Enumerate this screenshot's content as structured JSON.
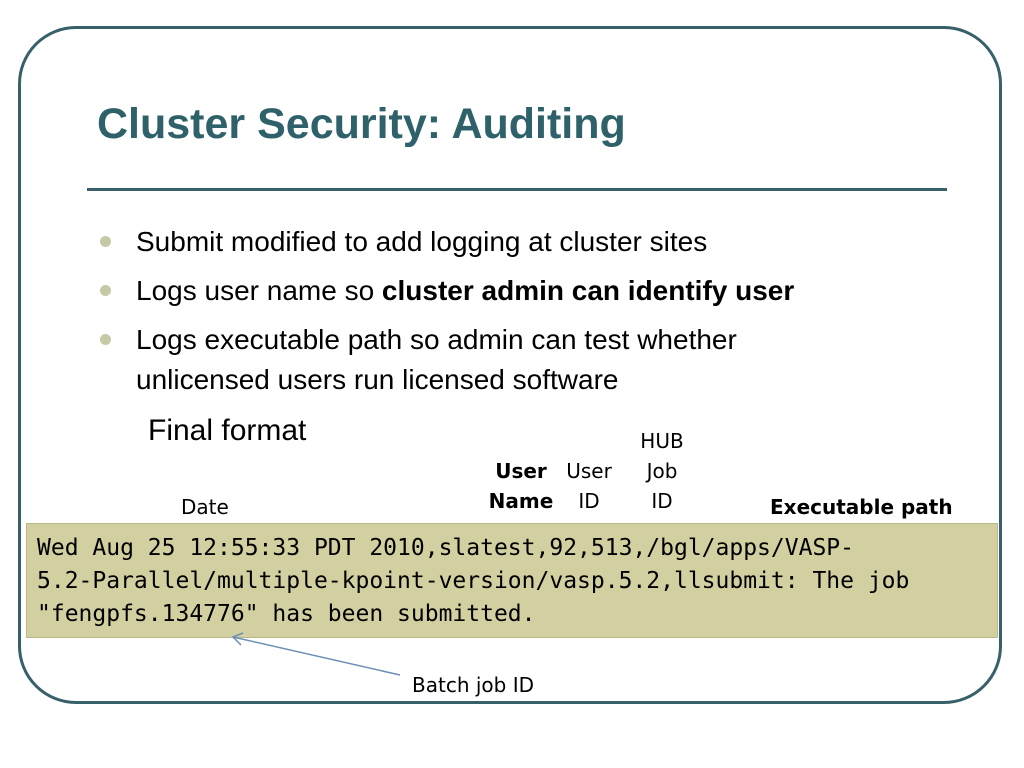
{
  "slide": {
    "title": "Cluster Security: Auditing",
    "bullets": [
      {
        "text": "Submit modified to add logging at cluster sites"
      },
      {
        "prefix": "Logs user name so ",
        "bold": "cluster admin can identify user"
      },
      {
        "line1": "Logs executable path so admin can test whether",
        "line2": "unlicensed users run licensed software"
      }
    ],
    "final_format_label": "Final format"
  },
  "labels": {
    "date": "Date",
    "user_name_line1": "User",
    "user_name_line2": "Name",
    "user_id_line1": "User",
    "user_id_line2": "ID",
    "hub_job_id_line1": "HUB",
    "hub_job_id_line2": "Job",
    "hub_job_id_line3": "ID",
    "executable_path": "Executable path",
    "batch_job_id": "Batch job ID"
  },
  "log_lines": [
    "Wed Aug 25 12:55:33 PDT 2010,slatest,92,513,/bgl/apps/VASP-",
    "5.2-Parallel/multiple-kpoint-version/vasp.5.2,llsubmit: The job",
    "\"fengpfs.134776\" has been submitted."
  ],
  "colors": {
    "title": "#2e6169",
    "frame": "#37606a",
    "bullet": "#c7c9a6",
    "log_background": "#d2d0a0",
    "arrow": "#6b8fb5"
  }
}
